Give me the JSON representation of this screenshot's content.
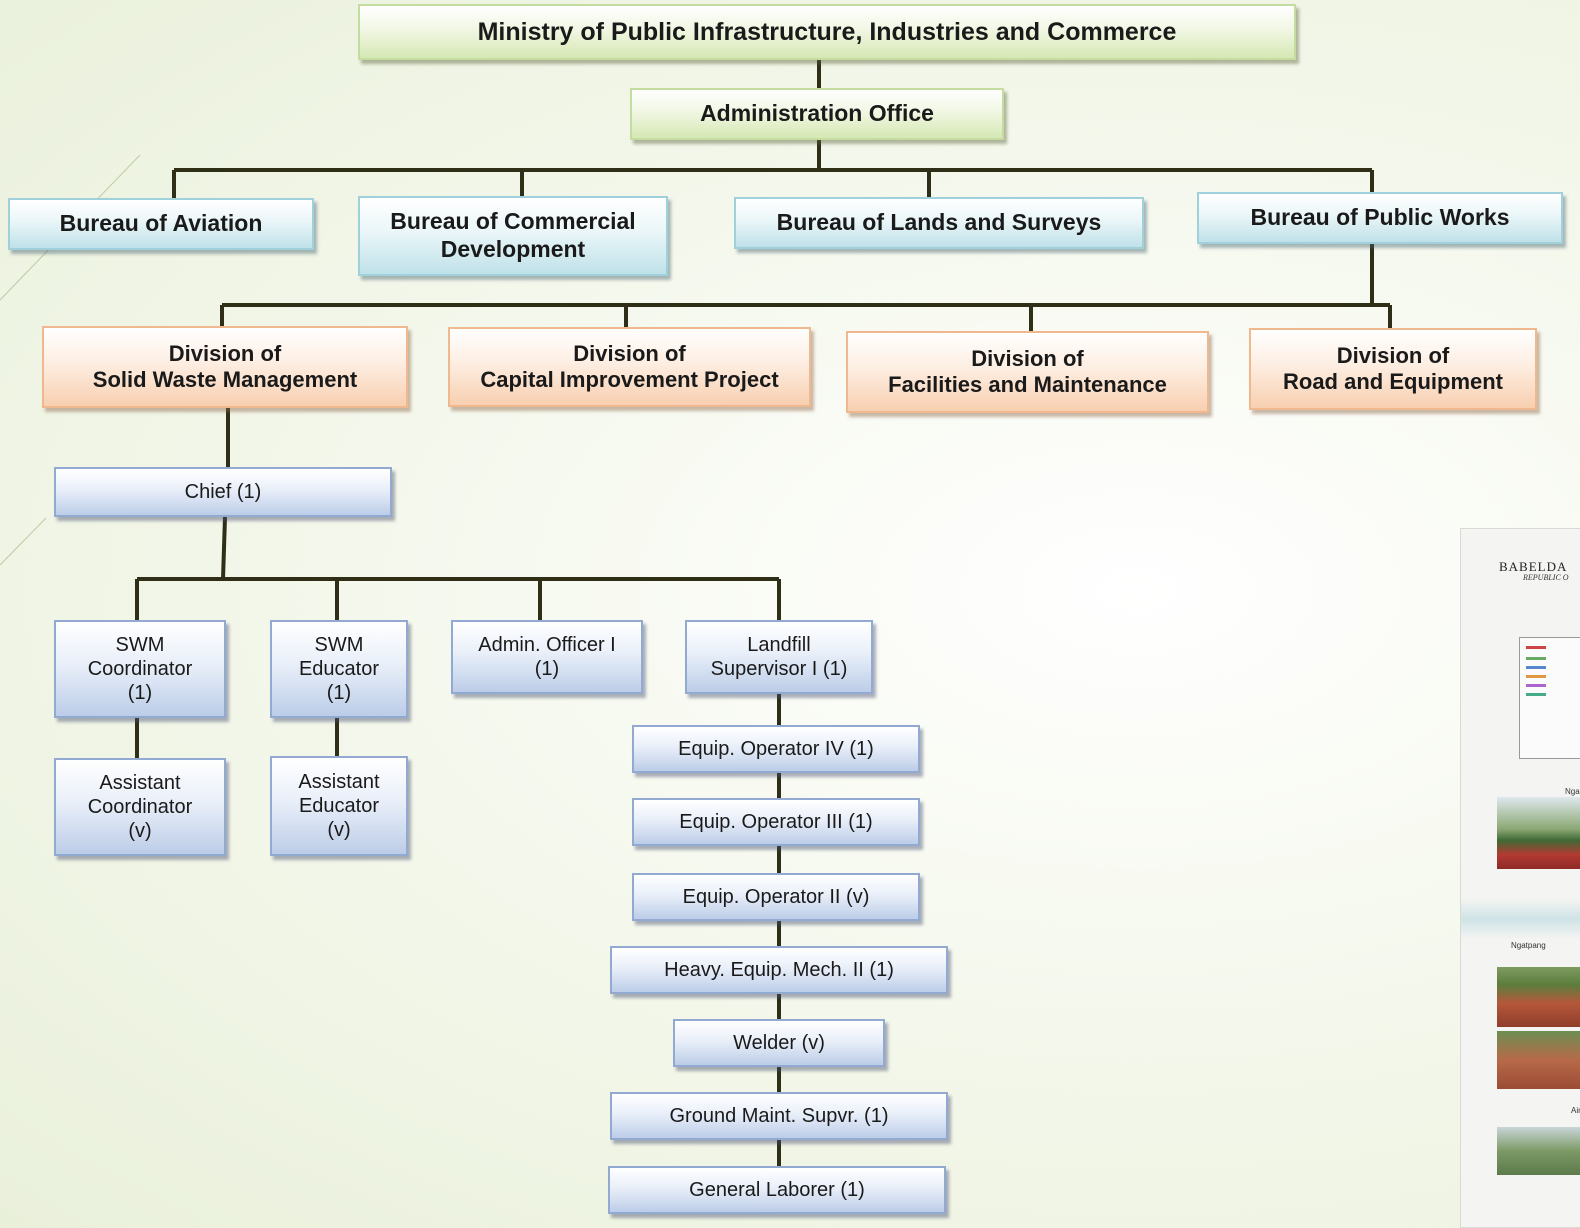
{
  "ministry": "Ministry of Public Infrastructure, Industries and Commerce",
  "admin_office": "Administration Office",
  "bureaus": [
    "Bureau of Aviation",
    "Bureau of Commercial\nDevelopment",
    "Bureau of Lands and Surveys",
    "Bureau of Public Works"
  ],
  "divisions": [
    "Division of\nSolid Waste Management",
    "Division of\nCapital Improvement Project",
    "Division of\nFacilities and Maintenance",
    "Division of\nRoad and Equipment"
  ],
  "chief": "Chief (1)",
  "positions": {
    "swm_coordinator": "SWM\nCoordinator\n(1)",
    "swm_educator": "SWM\nEducator\n(1)",
    "admin_officer": "Admin. Officer I\n(1)",
    "landfill_supervisor": "Landfill\nSupervisor I (1)",
    "assistant_coordinator": "Assistant\nCoordinator\n(v)",
    "assistant_educator": "Assistant\nEducator\n(v)",
    "equip_operator_iv": "Equip. Operator IV (1)",
    "equip_operator_iii": "Equip. Operator III (1)",
    "equip_operator_ii": "Equip. Operator II (v)",
    "heavy_equip_mech": "Heavy. Equip. Mech. II (1)",
    "welder": "Welder (v)",
    "ground_maint": "Ground Maint. Supvr.  (1)",
    "general_laborer": "General Laborer  (1)"
  },
  "side_document": {
    "title": "BABELDA",
    "subtitle": "REPUBLIC O",
    "photo_labels": [
      "Nga",
      "Ngatpang",
      "Airr"
    ]
  },
  "colors": {
    "connector": "#2f2f18",
    "ministry_fill": "#d6e8b3",
    "bureau_fill": "#bfe1e9",
    "division_fill": "#f8cfb0",
    "position_fill": "#bccde8"
  }
}
